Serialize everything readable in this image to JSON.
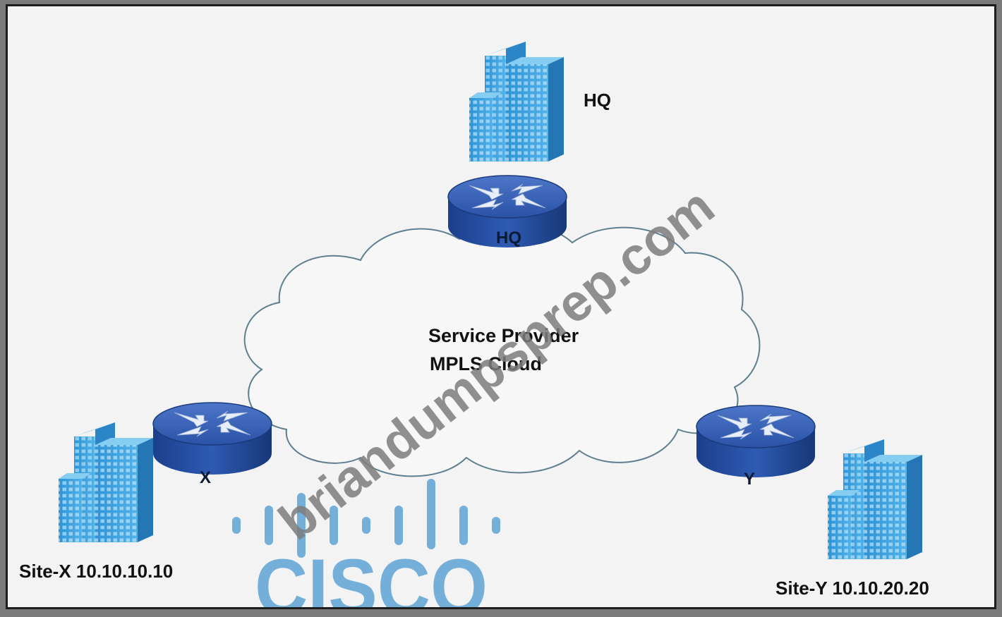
{
  "diagram": {
    "hq_site_label": "HQ",
    "cloud_label_line1": "Service Provider",
    "cloud_label_line2": "MPLS Cloud",
    "routers": {
      "hq": "HQ",
      "x": "X",
      "y": "Y"
    },
    "sites": {
      "x": "Site-X 10.10.10.10",
      "y": "Site-Y 10.10.20.20"
    }
  },
  "watermark": {
    "text": "briandumpsprep.com",
    "logo_text": "CISCO"
  },
  "colors": {
    "router_top": "#3b63b6",
    "router_side": "#1f4596",
    "building": "#3aa0dd",
    "cloud_stroke": "#5e7f8f",
    "cisco_logo": "#6aaad8"
  }
}
